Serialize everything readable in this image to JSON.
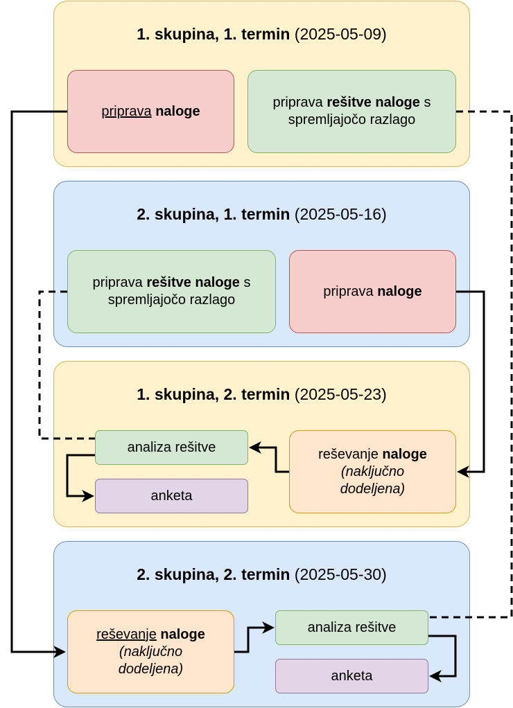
{
  "panels": [
    {
      "title_bold": "1. skupina, 1. termin",
      "title_date": "(2025-05-09)"
    },
    {
      "title_bold": "2. skupina, 1. termin",
      "title_date": "(2025-05-16)"
    },
    {
      "title_bold": "1. skupina, 2. termin",
      "title_date": "(2025-05-23)"
    },
    {
      "title_bold": "2. skupina, 2. termin",
      "title_date": "(2025-05-30)"
    }
  ],
  "boxes": {
    "priprava_word": "priprava",
    "naloge_word": "naloge",
    "resitve_naloge_words": "rešitve naloge",
    "s_word": "s",
    "spremljajoco_razlago": "spremljajočo razlago",
    "resevanje_word": "reševanje",
    "nakljucno_line1": "(naključno",
    "nakljucno_line2": "dodeljena)",
    "analiza_resitve": "analiza rešitve",
    "anketa": "anketa"
  },
  "colors": {
    "yellow_fill": "#fff2cc",
    "yellow_stroke": "#d6b656",
    "blue_fill": "#dae8fc",
    "blue_stroke": "#6c8ebf",
    "red_fill": "#f8cecc",
    "red_stroke": "#b85450",
    "green_fill": "#d5e8d4",
    "green_stroke": "#82b366",
    "orange_fill": "#ffe6cc",
    "orange_stroke": "#d79b00",
    "purple_fill": "#e1d5e7",
    "purple_stroke": "#9673a6"
  }
}
